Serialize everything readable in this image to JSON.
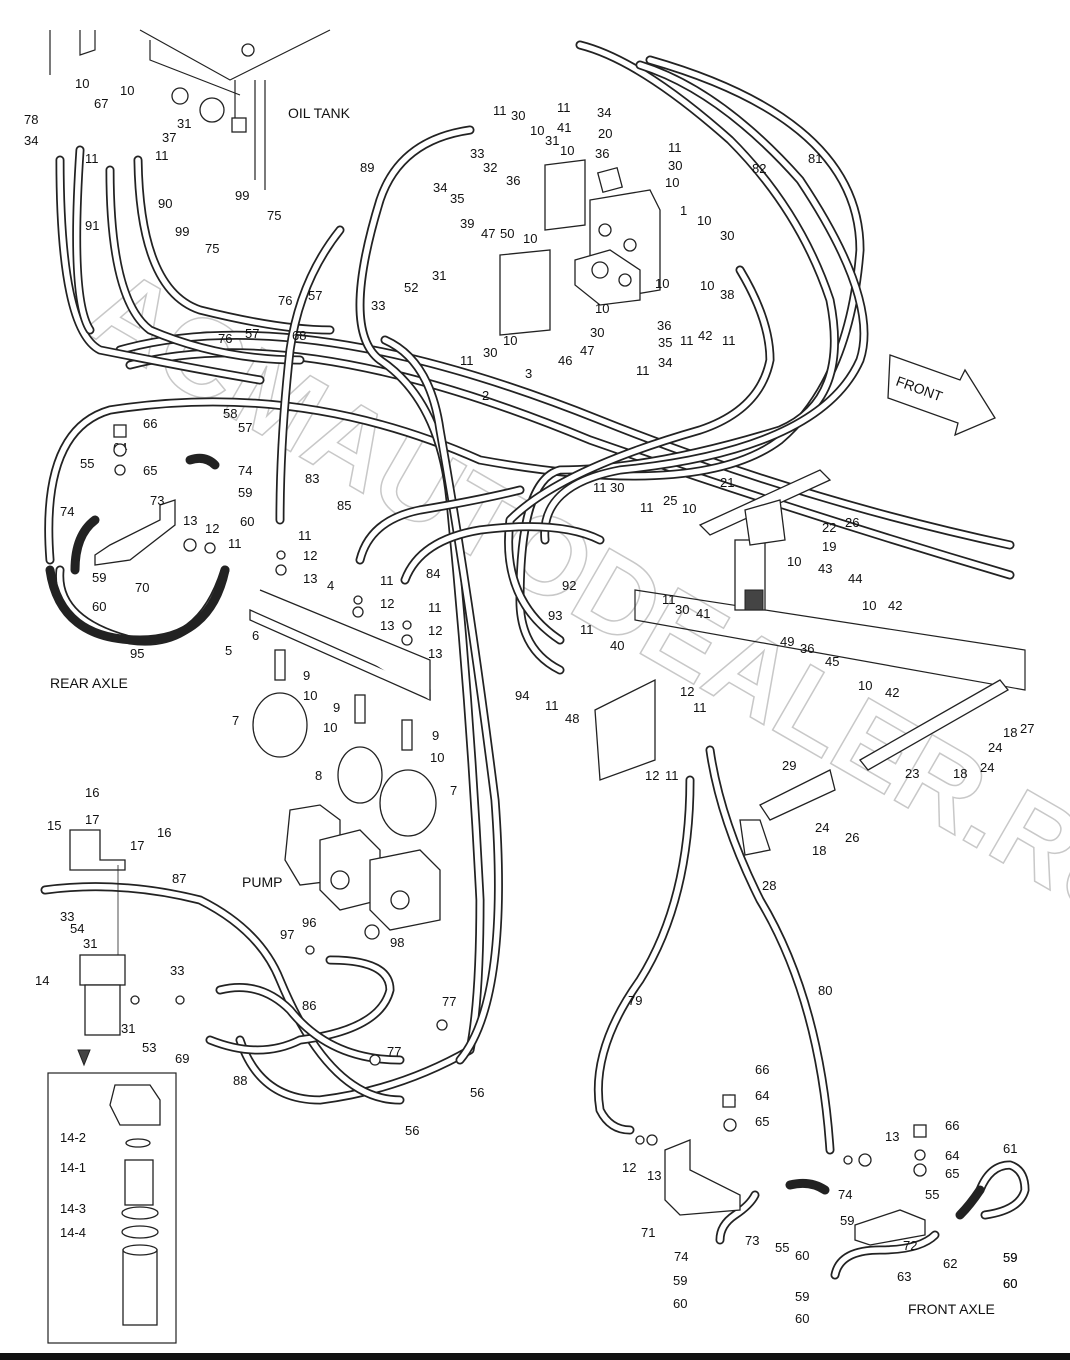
{
  "captions": {
    "oil_tank": "OIL TANK",
    "front": "FRONT",
    "rear_axle": "REAR AXLE",
    "front_axle": "FRONT AXLE",
    "pump": "PUMP"
  },
  "watermark": "ACMAUTODEALER.RU",
  "part_numbers": {
    "n1": "1",
    "n2": "2",
    "n3": "3",
    "n4": "4",
    "n5": "5",
    "n6": "6",
    "n7a": "7",
    "n7b": "7",
    "n8": "8",
    "n9a": "9",
    "n9b": "9",
    "n9c": "9",
    "n10a": "10",
    "n10b": "10",
    "n10c": "10",
    "n10d": "10",
    "n10e": "10",
    "n10f": "10",
    "n10g": "10",
    "n10h": "10",
    "n10i": "10",
    "n10j": "10",
    "n10k": "10",
    "n10l": "10",
    "n10m": "10",
    "n10n": "10",
    "n10o": "10",
    "n10p": "10",
    "n10q": "10",
    "n10r": "10",
    "n11a": "11",
    "n11b": "11",
    "n11c": "11",
    "n11d": "11",
    "n11e": "11",
    "n11f": "11",
    "n11g": "11",
    "n11h": "11",
    "n11i": "11",
    "n11j": "11",
    "n11k": "11",
    "n11l": "11",
    "n11m": "11",
    "n11n": "11",
    "n11o": "11",
    "n11p": "11",
    "n11q": "11",
    "n11r": "11",
    "n11s": "11",
    "n11t": "11",
    "n12a": "12",
    "n12b": "12",
    "n12c": "12",
    "n12d": "12",
    "n12e": "12",
    "n12f": "12",
    "n12g": "12",
    "n13a": "13",
    "n13b": "13",
    "n13c": "13",
    "n13d": "13",
    "n13e": "13",
    "n13f": "13",
    "n14": "14",
    "n14_1": "14-1",
    "n14_2": "14-2",
    "n14_3": "14-3",
    "n14_4": "14-4",
    "n15": "15",
    "n16a": "16",
    "n16b": "16",
    "n17a": "17",
    "n17b": "17",
    "n18a": "18",
    "n18b": "18",
    "n18c": "18",
    "n19": "19",
    "n20": "20",
    "n21": "21",
    "n22": "22",
    "n23": "23",
    "n24a": "24",
    "n24b": "24",
    "n24c": "24",
    "n25": "25",
    "n26a": "26",
    "n26b": "26",
    "n27": "27",
    "n28": "28",
    "n29": "29",
    "n30a": "30",
    "n30b": "30",
    "n30c": "30",
    "n30d": "30",
    "n30e": "30",
    "n30f": "30",
    "n30g": "30",
    "n31a": "31",
    "n31b": "31",
    "n31c": "31",
    "n31d": "31",
    "n31e": "31",
    "n32": "32",
    "n33a": "33",
    "n33b": "33",
    "n33c": "33",
    "n33d": "33",
    "n34a": "34",
    "n34b": "34",
    "n34c": "34",
    "n34d": "34",
    "n35a": "35",
    "n35b": "35",
    "n36a": "36",
    "n36b": "36",
    "n36c": "36",
    "n36d": "36",
    "n37": "37",
    "n38": "38",
    "n39": "39",
    "n40": "40",
    "n41a": "41",
    "n41b": "41",
    "n42a": "42",
    "n42b": "42",
    "n42c": "42",
    "n43": "43",
    "n44": "44",
    "n45": "45",
    "n46": "46",
    "n47a": "47",
    "n47b": "47",
    "n48": "48",
    "n49": "49",
    "n50": "50",
    "n52": "52",
    "n53": "53",
    "n54": "54",
    "n55a": "55",
    "n55b": "55",
    "n55c": "55",
    "n56a": "56",
    "n56b": "56",
    "n57a": "57",
    "n57b": "57",
    "n57c": "57",
    "n58": "58",
    "n59a": "59",
    "n59b": "59",
    "n59c": "59",
    "n59d": "59",
    "n59e": "59",
    "n59f": "59",
    "n59g": "59",
    "n60a": "60",
    "n60b": "60",
    "n60c": "60",
    "n60d": "60",
    "n60e": "60",
    "n60f": "60",
    "n60g": "60",
    "n61": "61",
    "n62": "62",
    "n63": "63",
    "n64a": "64",
    "n64b": "64",
    "n64c": "64",
    "n65a": "65",
    "n65b": "65",
    "n65c": "65",
    "n66a": "66",
    "n66b": "66",
    "n66c": "66",
    "n67": "67",
    "n68": "68",
    "n69": "69",
    "n70": "70",
    "n71": "71",
    "n72": "72",
    "n73a": "73",
    "n73b": "73",
    "n74a": "74",
    "n74b": "74",
    "n74c": "74",
    "n74d": "74",
    "n75a": "75",
    "n75b": "75",
    "n76a": "76",
    "n76b": "76",
    "n77a": "77",
    "n77b": "77",
    "n78": "78",
    "n79": "79",
    "n80": "80",
    "n81": "81",
    "n82": "82",
    "n83": "83",
    "n84": "84",
    "n85": "85",
    "n86": "86",
    "n87": "87",
    "n88": "88",
    "n89": "89",
    "n90": "90",
    "n91": "91",
    "n92": "92",
    "n93": "93",
    "n94": "94",
    "n95": "95",
    "n96": "96",
    "n97": "97",
    "n98": "98",
    "n99a": "99",
    "n99b": "99"
  }
}
